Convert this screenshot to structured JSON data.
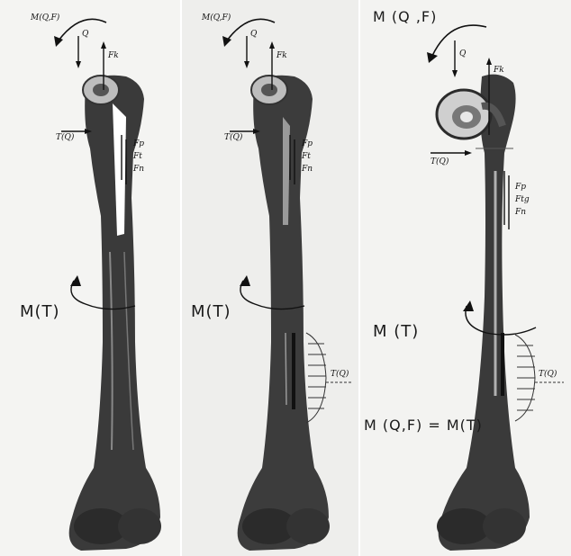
{
  "colors": {
    "bone_dark": "#2b2b2b",
    "bone_mid": "#6a6a6a",
    "bone_light": "#bdbdbd",
    "ink": "#111111"
  },
  "panels": [
    {
      "moment_label": "M(Q,F)",
      "q_label": "Q",
      "fk_label": "Fk",
      "t_label": "T(Q)",
      "forces": [
        "Fp",
        "Ft",
        "Fn"
      ],
      "torsion_label": "M(T)"
    },
    {
      "moment_label": "M(Q,F)",
      "q_label": "Q",
      "fk_label": "Fk",
      "t_label": "T(Q)",
      "forces": [
        "Fp",
        "Ft",
        "Fn"
      ],
      "torsion_label": "M(T)",
      "distributed_label": "T(Q)"
    },
    {
      "moment_label": "M (Q ,F)",
      "q_label": "Q",
      "fk_label": "Fk",
      "t_label": "T(Q)",
      "forces": [
        "Fp",
        "Ftg",
        "Fn"
      ],
      "torsion_label": "M (T)",
      "distributed_label": "T(Q)",
      "equation": "M (Q,F) = M(T)"
    }
  ]
}
